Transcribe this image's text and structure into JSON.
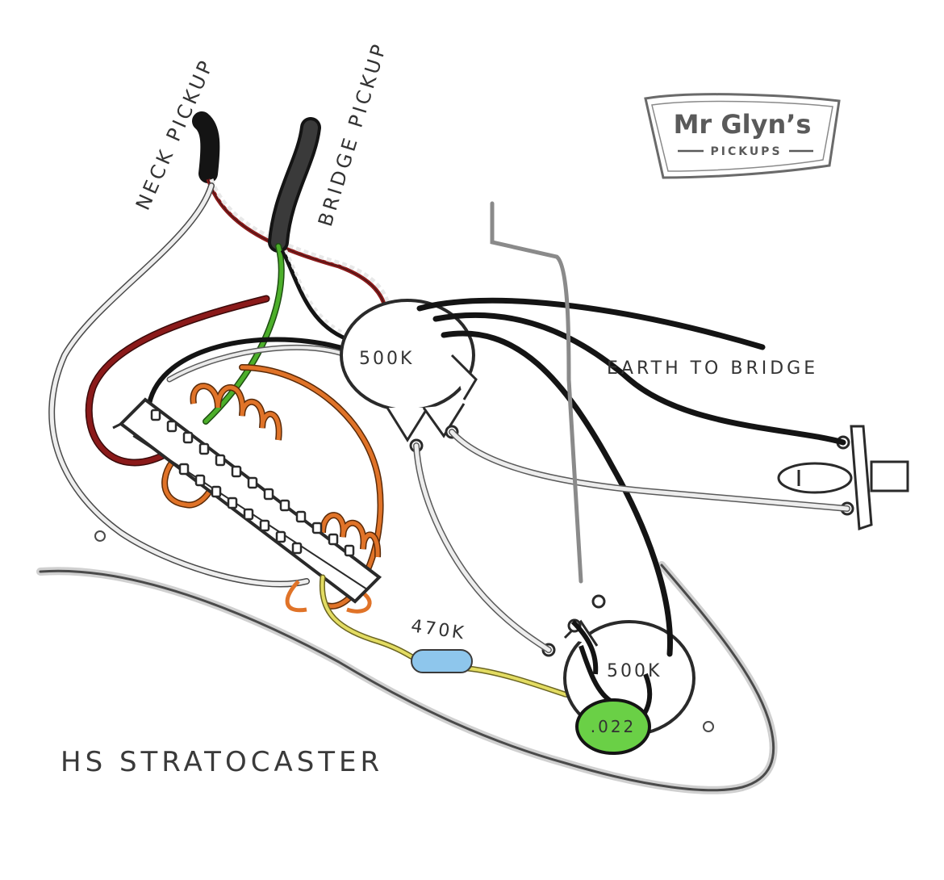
{
  "title": "HS STRATOCASTER",
  "logo": {
    "main": "Mr Glyn’s",
    "sub": "PICKUPS"
  },
  "labels": {
    "neck_pickup": "NECK PICKUP",
    "bridge_pickup": "BRIDGE PICKUP",
    "earth_to_bridge": "EARTH TO BRIDGE",
    "volume_pot": "500K",
    "tone_pot": "500K",
    "resistor": "470K",
    "capacitor": ".022"
  },
  "colors": {
    "wire_black": "#141414",
    "wire_white": "#e8e8e8",
    "wire_red": "#8b1a1a",
    "wire_green": "#4caf2a",
    "wire_orange": "#e07328",
    "wire_yellow": "#e3dc62",
    "resistor": "#8ec6ec",
    "capacitor": "#6ad046",
    "outline": "#4a4a4a"
  }
}
